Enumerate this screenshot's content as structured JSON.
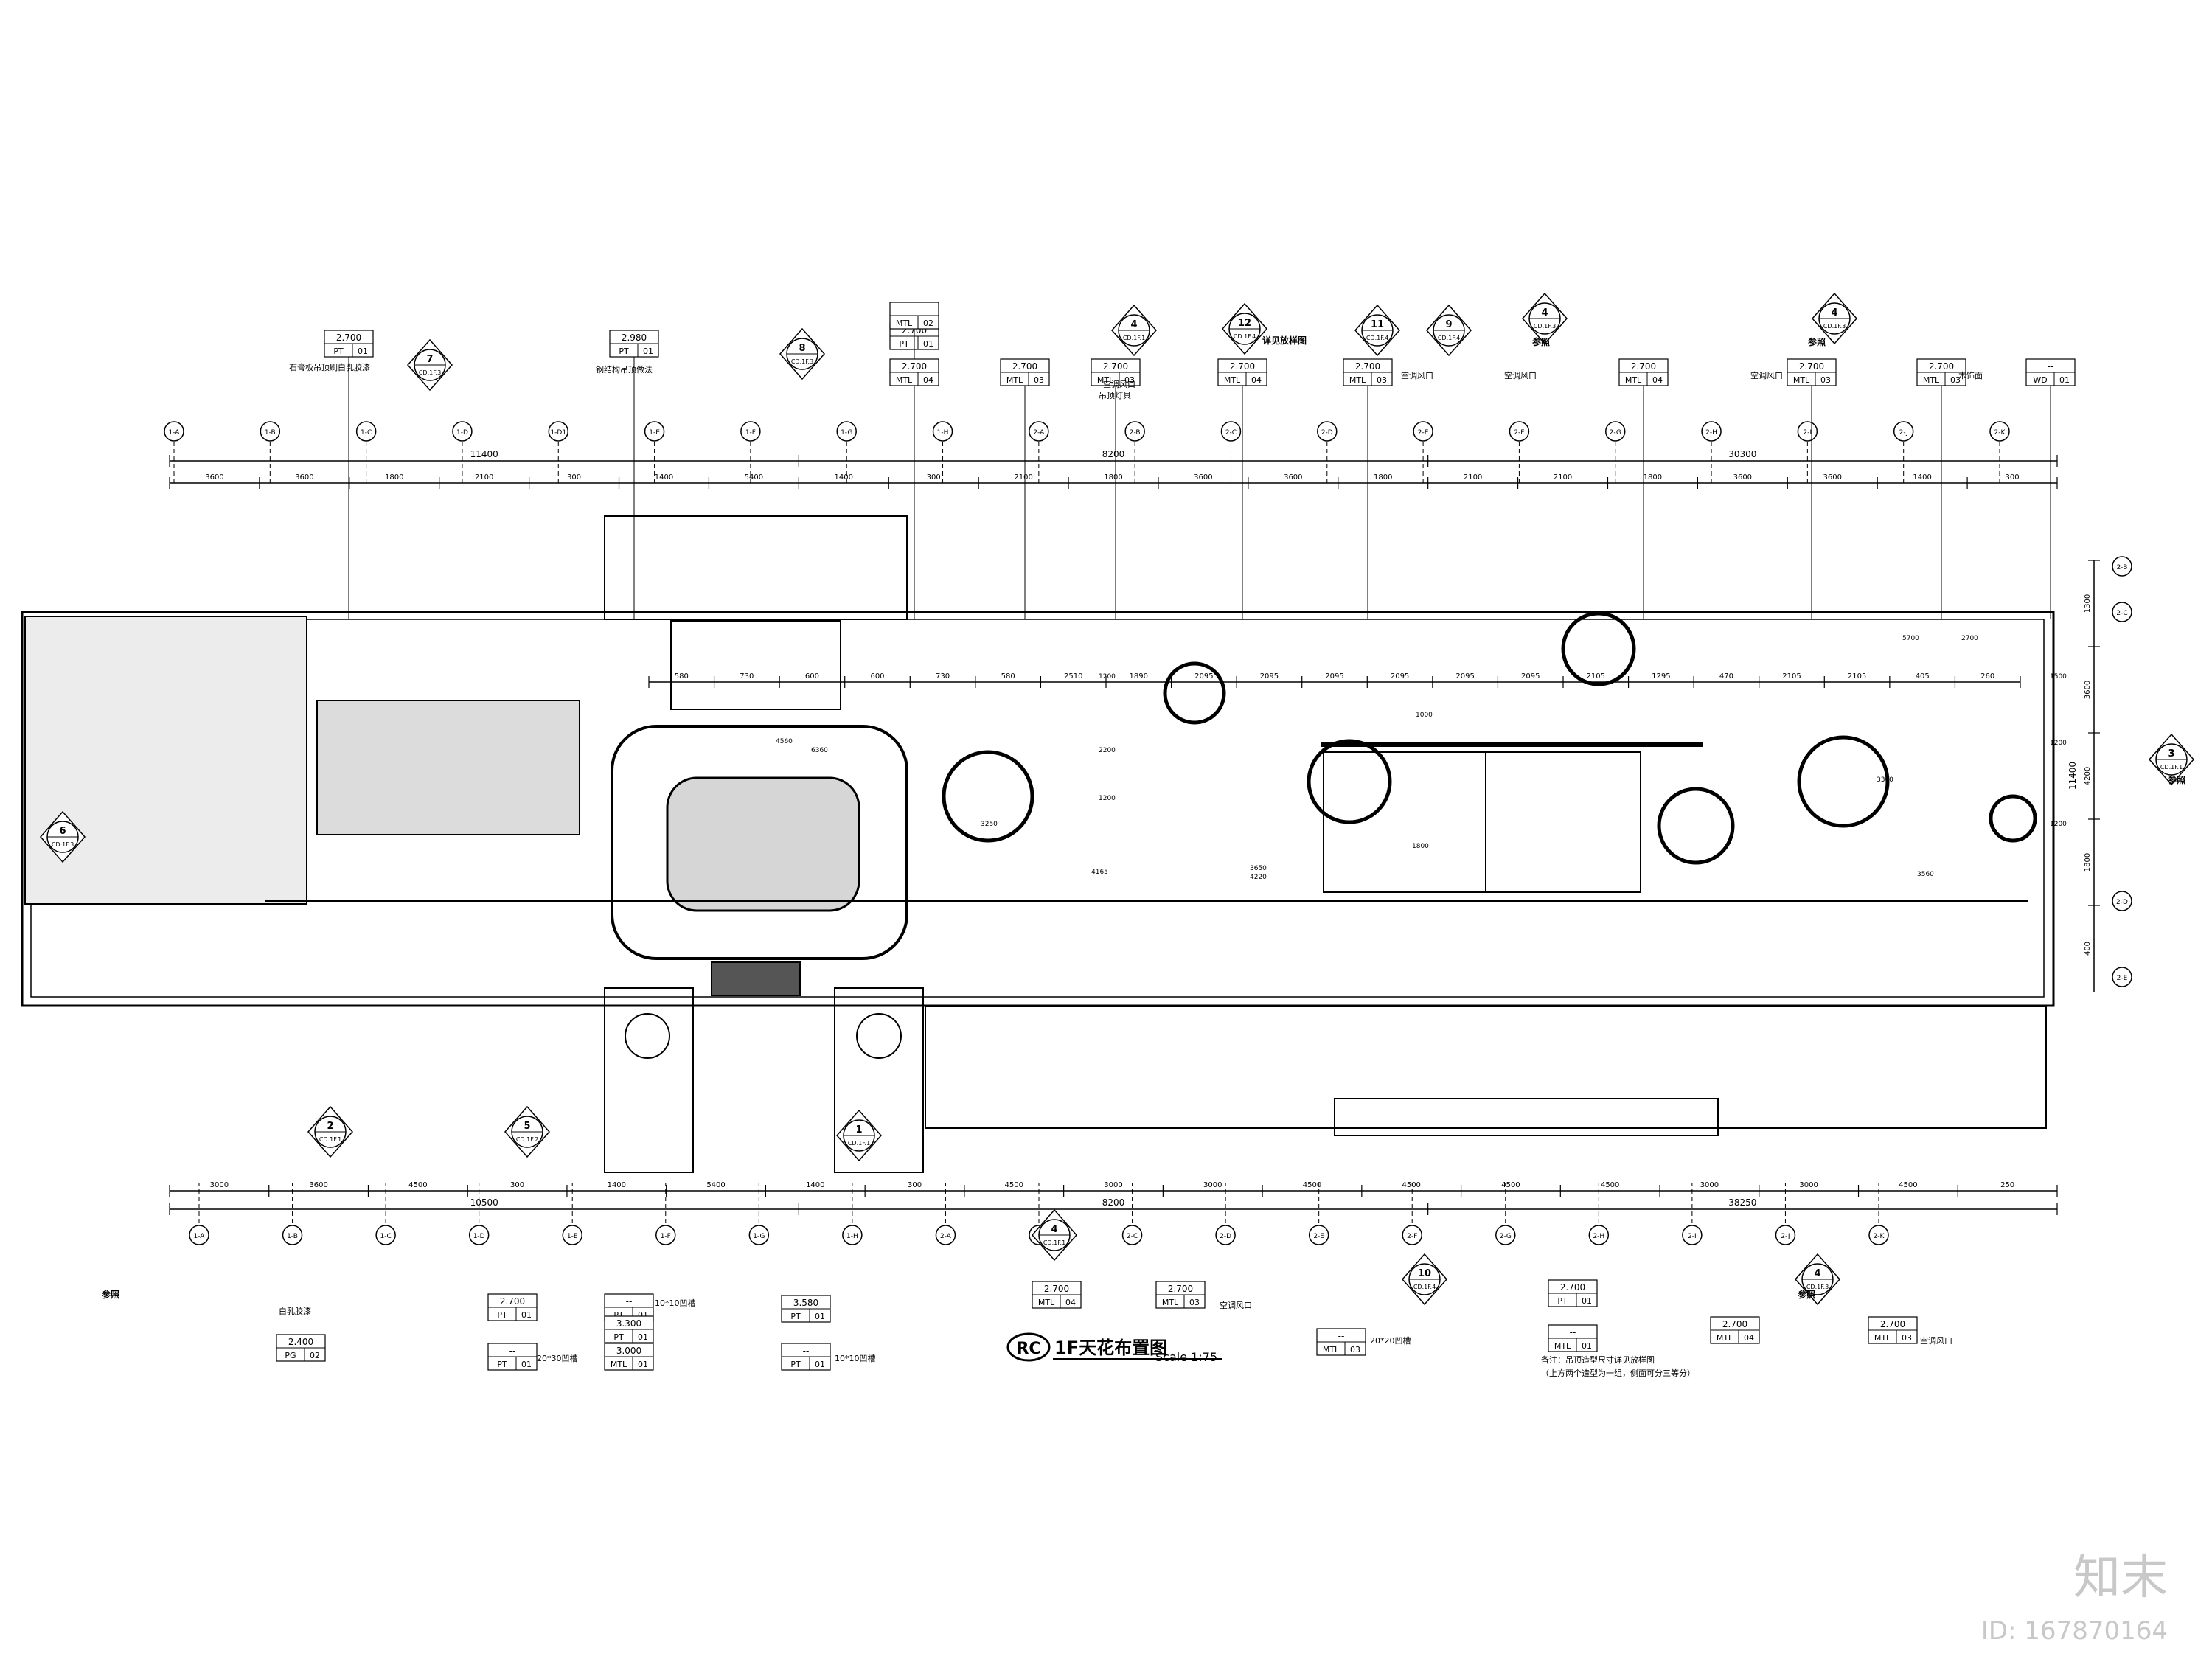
{
  "drawing": {
    "tag": "RC",
    "title": "1F天花布置图",
    "scale": "Scale 1:75"
  },
  "watermark": {
    "logo": "知末",
    "id": "ID: 167870164"
  },
  "top_dims": {
    "totals": [
      "11400",
      "8200",
      "30300"
    ],
    "segments": [
      "3600",
      "3600",
      "1800",
      "2100",
      "300",
      "1400",
      "5400",
      "1400",
      "300",
      "2100",
      "1800",
      "3600",
      "3600",
      "1800",
      "2100",
      "2100",
      "1800",
      "3600",
      "3600",
      "1400",
      "300"
    ],
    "interior": [
      "580",
      "730",
      "600",
      "600",
      "730",
      "580",
      "2510",
      "1890",
      "2095",
      "2095",
      "2095",
      "2095",
      "2095",
      "2095",
      "2105",
      "1295",
      "470",
      "2105",
      "2105",
      "405",
      "260"
    ]
  },
  "bottom_dims": {
    "totals": [
      "10500",
      "8200",
      "38250"
    ],
    "segments": [
      "3000",
      "3600",
      "4500",
      "300",
      "1400",
      "5400",
      "1400",
      "300",
      "4500",
      "3000",
      "3000",
      "4500",
      "4500",
      "4500",
      "4500",
      "3000",
      "3000",
      "4500",
      "250"
    ]
  },
  "right_dims": {
    "segments": [
      "1300",
      "3600",
      "4200",
      "1800",
      "400"
    ],
    "total": "11400"
  },
  "interior_dims": [
    "4560",
    "6360",
    "3250",
    "4165",
    "3650",
    "4220",
    "3300",
    "3560",
    "1200",
    "2200",
    "1200",
    "1000",
    "1800",
    "1500",
    "1200",
    "1200",
    "2700",
    "5700"
  ],
  "grid_top": [
    "1-A",
    "1-B",
    "1-C",
    "1-D",
    "1-D1",
    "1-E",
    "1-F",
    "1-G",
    "1-H",
    "2-A",
    "2-B",
    "2-C",
    "2-D",
    "2-E",
    "2-F",
    "2-G",
    "2-H",
    "2-I",
    "2-J",
    "2-K"
  ],
  "grid_bottom": [
    "1-A",
    "1-B",
    "1-C",
    "1-D",
    "1-E",
    "1-F",
    "1-G",
    "1-H",
    "2-A",
    "2-B",
    "2-C",
    "2-D",
    "2-E",
    "2-F",
    "2-G",
    "2-H",
    "2-I",
    "2-J",
    "2-K"
  ],
  "grid_right": [
    "2-B",
    "2-C",
    "2-D",
    "2-E"
  ],
  "section_marks": [
    {
      "n": "7",
      "ref": "CD.1F.3"
    },
    {
      "n": "8",
      "ref": "CD.1F.3"
    },
    {
      "n": "4",
      "ref": "CD.1F.1"
    },
    {
      "n": "12",
      "ref": "CD.1F.4"
    },
    {
      "n": "11",
      "ref": "CD.1F.4"
    },
    {
      "n": "9",
      "ref": "CD.1F.4"
    },
    {
      "n": "4",
      "ref": "CD.1F.3"
    },
    {
      "n": "4",
      "ref": "CD.1F.3"
    },
    {
      "n": "3",
      "ref": "CD.1F.1"
    },
    {
      "n": "6",
      "ref": "CD.1F.3"
    },
    {
      "n": "2",
      "ref": "CD.1F.1"
    },
    {
      "n": "5",
      "ref": "CD.1F.2"
    },
    {
      "n": "1",
      "ref": "CD.1F.1"
    },
    {
      "n": "4",
      "ref": "CD.1F.1"
    },
    {
      "n": "10",
      "ref": "CD.1F.4"
    },
    {
      "n": "4",
      "ref": "CD.1F.3"
    }
  ],
  "section_text": [
    "详见放样图",
    "参照",
    "参照",
    "参照",
    "参照",
    "参照"
  ],
  "tags_top": [
    {
      "h": "2.700",
      "m": "PT",
      "n": "01"
    },
    {
      "h": "2.980",
      "m": "PT",
      "n": "01"
    },
    {
      "h": "2.700",
      "m": "PT",
      "n": "01"
    },
    {
      "h": "--",
      "m": "MTL",
      "n": "02"
    },
    {
      "h": "2.700",
      "m": "MTL",
      "n": "04"
    },
    {
      "h": "2.700",
      "m": "MTL",
      "n": "03"
    },
    {
      "h": "2.700",
      "m": "MTL",
      "n": "03"
    },
    {
      "h": "2.700",
      "m": "MTL",
      "n": "04"
    },
    {
      "h": "2.700",
      "m": "MTL",
      "n": "03"
    },
    {
      "h": "2.700",
      "m": "MTL",
      "n": "04"
    },
    {
      "h": "2.700",
      "m": "MTL",
      "n": "03"
    },
    {
      "h": "2.700",
      "m": "MTL",
      "n": "03"
    },
    {
      "h": "--",
      "m": "WD",
      "n": "01"
    }
  ],
  "notes_top": [
    "石膏板吊顶刷白乳胶漆",
    "钢结构吊顶做法",
    "吊顶灯具",
    "空调风口",
    "空调风口",
    "空调风口",
    "空调风口",
    "木饰面"
  ],
  "tags_bottom": [
    {
      "h": "2.400",
      "m": "PG",
      "n": "02"
    },
    {
      "h": "2.700",
      "m": "PT",
      "n": "01"
    },
    {
      "h": "--",
      "m": "PT",
      "n": "01"
    },
    {
      "h": "--",
      "m": "PT",
      "n": "01"
    },
    {
      "h": "3.300",
      "m": "PT",
      "n": "01"
    },
    {
      "h": "3.000",
      "m": "MTL",
      "n": "01"
    },
    {
      "h": "3.580",
      "m": "PT",
      "n": "01"
    },
    {
      "h": "--",
      "m": "PT",
      "n": "01"
    },
    {
      "h": "2.700",
      "m": "MTL",
      "n": "04"
    },
    {
      "h": "2.700",
      "m": "MTL",
      "n": "03"
    },
    {
      "h": "--",
      "m": "MTL",
      "n": "03"
    },
    {
      "h": "2.700",
      "m": "PT",
      "n": "01"
    },
    {
      "h": "--",
      "m": "MTL",
      "n": "01"
    },
    {
      "h": "2.700",
      "m": "MTL",
      "n": "04"
    },
    {
      "h": "2.700",
      "m": "MTL",
      "n": "03"
    }
  ],
  "notes_bottom": [
    "白乳胶漆",
    "20*30凹槽",
    "10*10凹槽",
    "10*10凹槽",
    "空调风口",
    "20*20凹槽",
    "空调风口"
  ],
  "remark_lines": [
    "备注：吊顶造型尺寸详见放样图",
    "（上方两个造型为一组，侧面可分三等分）"
  ]
}
